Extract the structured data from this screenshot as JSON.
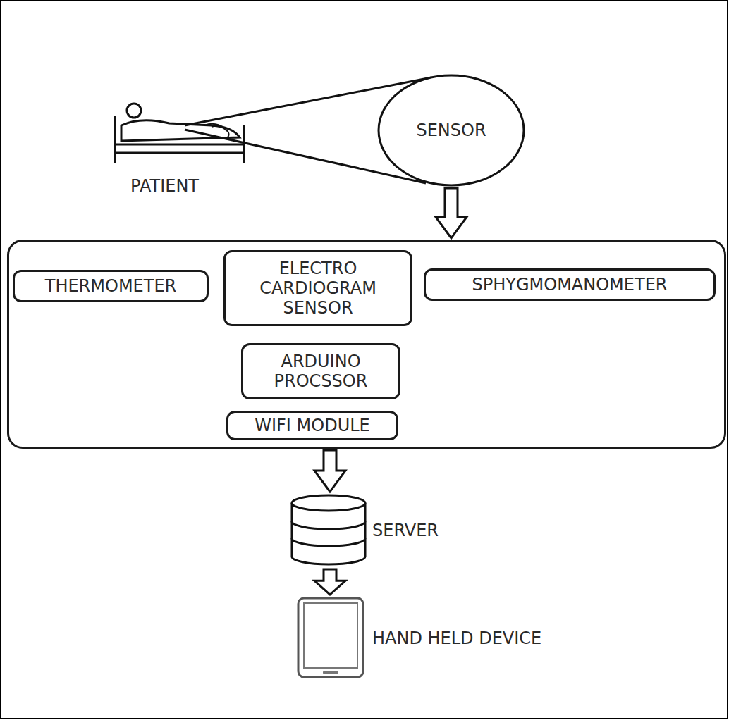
{
  "diagram": {
    "nodes": [
      {
        "text": [
          "SENSOR"
        ]
      },
      {
        "text": []
      },
      {
        "text": [
          "THERMOMETER"
        ],
        "in": 1
      },
      {
        "text": [
          "ELECTRO CARDIOGRAM SENSOR"
        ],
        "in": 1
      },
      {
        "text": [
          "SPHYGMOMANOMETER"
        ],
        "in": 1
      },
      {
        "text": [
          "ARDUINO PROCSSOR"
        ],
        "in": 1
      },
      {
        "text": [
          "WIFI MODULE"
        ],
        "in": 1
      },
      {
        "text": [
          "SERVER"
        ]
      },
      {
        "text": [
          "HAND HELD DEVICE"
        ]
      }
    ],
    "edges": [
      {
        "from": 0,
        "to": 1,
        "arrow": "to"
      },
      {
        "from": 1,
        "to": 7,
        "arrow": "to"
      },
      {
        "from": 7,
        "to": 8,
        "arrow": "to"
      }
    ],
    "labels": [
      "PATIENT"
    ]
  }
}
